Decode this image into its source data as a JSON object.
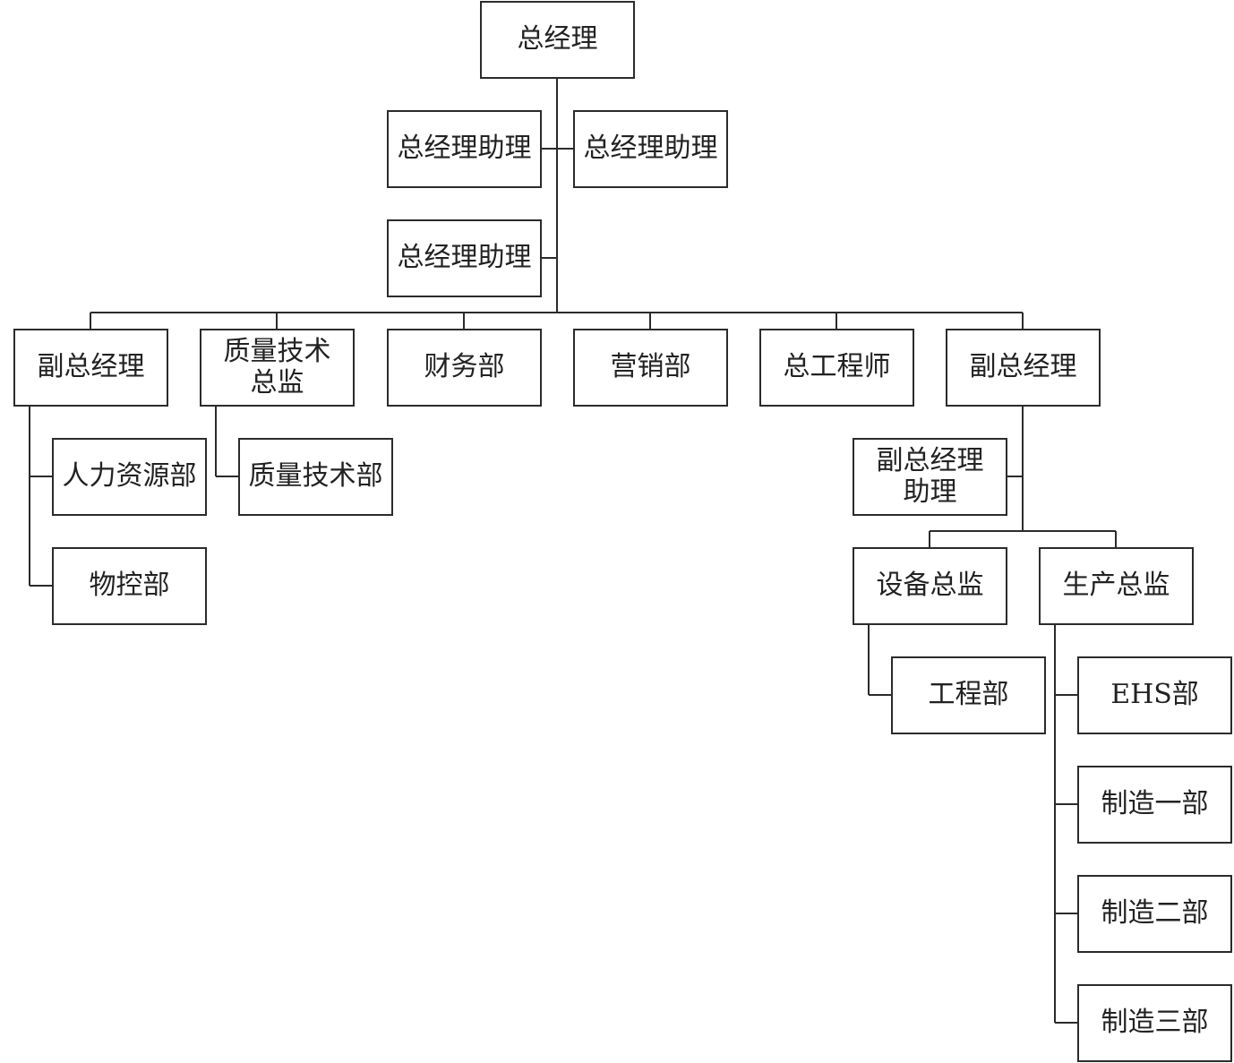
{
  "org": {
    "ceo": "总经理",
    "assistant_1": "总经理助理",
    "assistant_2": "总经理助理",
    "assistant_3": "总经理助理",
    "vp_left": "副总经理",
    "quality_director": [
      "质量技术",
      "总监"
    ],
    "finance": "财务部",
    "marketing": "营销部",
    "chief_engineer": "总工程师",
    "vp_right": "副总经理",
    "hr": "人力资源部",
    "material_control": "物控部",
    "quality_tech_dept": "质量技术部",
    "vp_assistant": [
      "副总经理",
      "助理"
    ],
    "equipment_director": "设备总监",
    "production_director": "生产总监",
    "engineering": "工程部",
    "ehs": "EHS部",
    "manufacturing_1": "制造一部",
    "manufacturing_2": "制造二部",
    "manufacturing_3": "制造三部"
  },
  "colors": {
    "line": "#2b2b2b",
    "text": "#222222",
    "background": "#ffffff"
  }
}
